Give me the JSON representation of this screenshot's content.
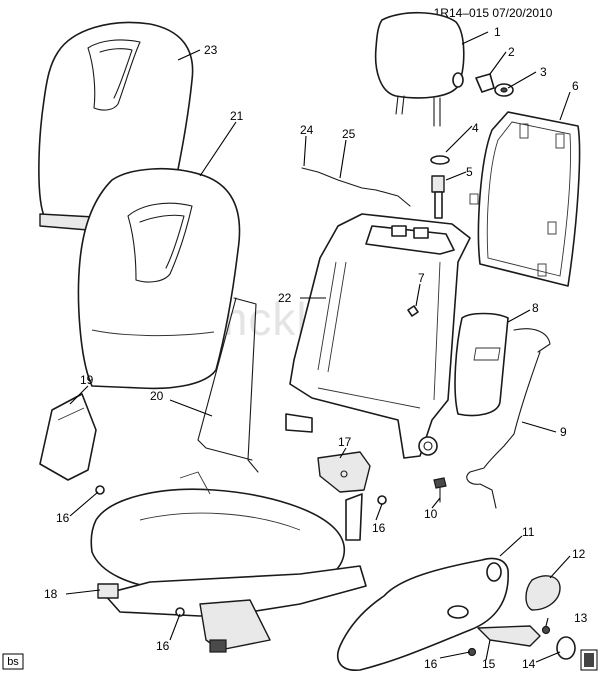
{
  "header": {
    "ref": "1R14–015 07/20/2010"
  },
  "watermark": "gmcklad.ru",
  "corner_tag": "bs",
  "callouts": {
    "c1": "1",
    "c2": "2",
    "c3": "3",
    "c4": "4",
    "c5": "5",
    "c6": "6",
    "c7": "7",
    "c8": "8",
    "c9": "9",
    "c10": "10",
    "c11": "11",
    "c12": "12",
    "c13": "13",
    "c14": "14",
    "c15": "15",
    "c16a": "16",
    "c16b": "16",
    "c16c": "16",
    "c16d": "16",
    "c17": "17",
    "c18": "18",
    "c19": "19",
    "c20": "20",
    "c21": "21",
    "c22": "22",
    "c23": "23",
    "c24": "24",
    "c25": "25"
  }
}
